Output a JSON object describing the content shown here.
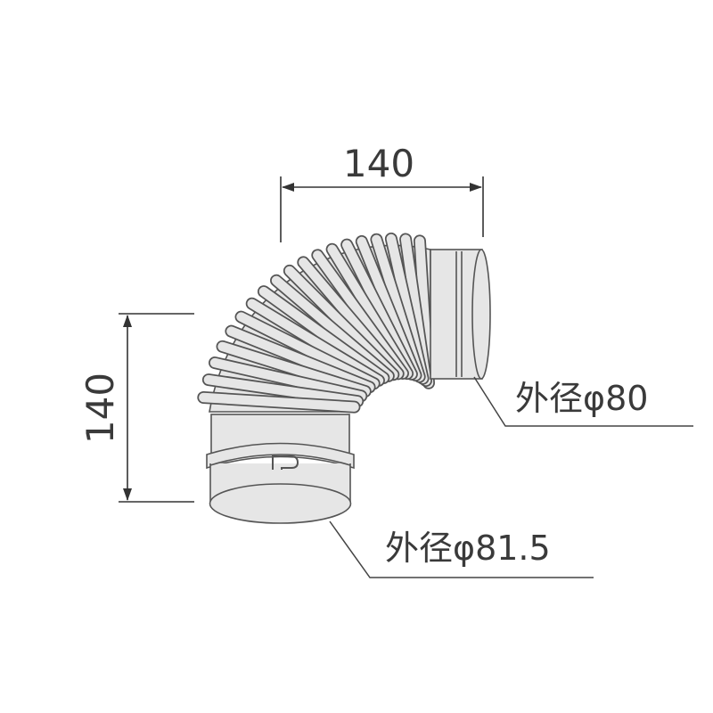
{
  "dimensions": {
    "width_label": "140",
    "height_label": "140"
  },
  "callouts": {
    "top_outlet": "外径φ80",
    "bottom_outlet": "外径φ81.5"
  },
  "colors": {
    "line": "#555555",
    "fill": "#e6e6e6",
    "text": "#3a3a3a"
  }
}
